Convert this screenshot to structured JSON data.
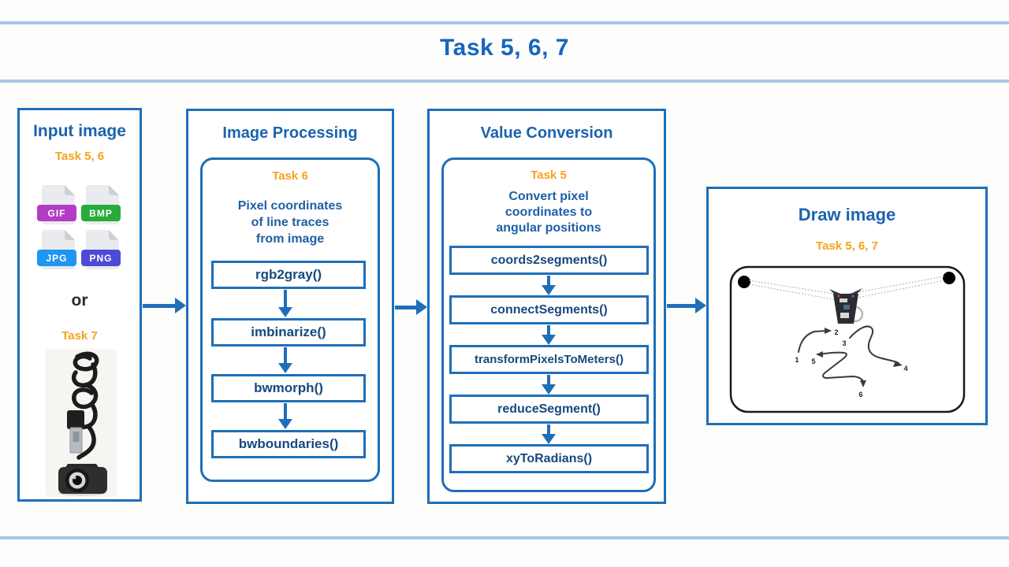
{
  "title": "Task 5, 6, 7",
  "colors": {
    "accent_blue": "#1e6fb8",
    "heading_blue": "#1c63ae",
    "function_text_blue": "#17497e",
    "task_orange": "#f6a21c",
    "divider_light_blue": "#a6c6e7",
    "gif_badge": "#b23cc3",
    "bmp_badge": "#27ab3a",
    "jpg_badge": "#1e96f2",
    "png_badge": "#4d4bd6"
  },
  "input": {
    "title": "Input image",
    "task_label": "Task 5, 6",
    "formats": [
      "GIF",
      "BMP",
      "JPG",
      "PNG"
    ],
    "or_label": "or",
    "task7_label": "Task 7"
  },
  "processing": {
    "title": "Image Processing",
    "task_label": "Task 6",
    "description": [
      "Pixel coordinates",
      "of line traces",
      "from image"
    ],
    "functions": [
      "rgb2gray()",
      "imbinarize()",
      "bwmorph()",
      "bwboundaries()"
    ]
  },
  "conversion": {
    "title": "Value Conversion",
    "task_label": "Task 5",
    "description": [
      "Convert pixel",
      "coordinates to",
      "angular positions"
    ],
    "functions": [
      "coords2segments()",
      "connectSegments()",
      "transformPixelsToMeters()",
      "reduceSegment()",
      "xyToRadians()"
    ]
  },
  "draw": {
    "title": "Draw image",
    "task_label": "Task 5, 6, 7",
    "waypoints": [
      "1",
      "2",
      "3",
      "4",
      "5",
      "6"
    ]
  }
}
